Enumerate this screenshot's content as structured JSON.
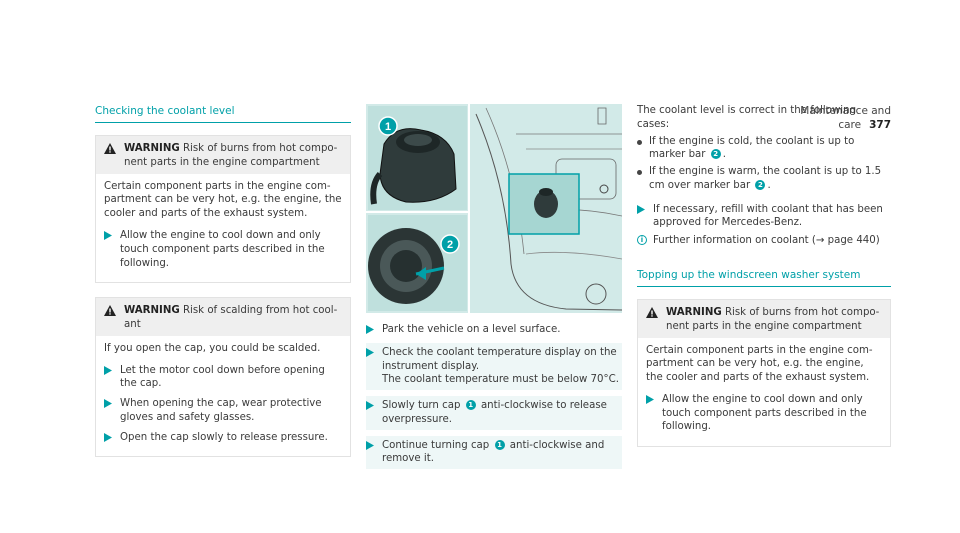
{
  "header": {
    "section": "Maintenance and care",
    "page_number": "377"
  },
  "colors": {
    "accent": "#00a0a8",
    "warning_bg": "#efefef",
    "figure_bg": "#c9e6e4"
  },
  "col1": {
    "title": "Checking the coolant level",
    "warning1": {
      "label": "WARNING",
      "head": "Risk of burns from hot compo­nent parts in the engine compartment",
      "body": "Certain component parts in the engine com­partment can be very hot, e.g. the engine, the cooler and parts of the exhaust system.",
      "step": "Allow the engine to cool down and only touch component parts described in the following."
    },
    "warning2": {
      "label": "WARNING",
      "head": "Risk of scalding from hot cool­ant",
      "body": "If you open the cap, you could be scalded.",
      "steps": [
        "Let the motor cool down before opening the cap.",
        "When opening the cap, wear protective gloves and safety glasses.",
        "Open the cap slowly to release pressure."
      ]
    }
  },
  "col2": {
    "figure": {
      "callout1": "1",
      "callout2": "2"
    },
    "step1": "Park the vehicle on a level surface.",
    "step2": {
      "line1": "Check the coolant temperature display on the instrument display.",
      "line2": "The coolant temperature must be below 70°C."
    },
    "step3": {
      "pre": "Slowly turn cap",
      "marker": "1",
      "post": "anti-clockwise to release overpressure."
    },
    "step4": {
      "pre": "Continue turning cap",
      "marker": "1",
      "post": "anti-clockwise and remove it."
    }
  },
  "col3": {
    "intro": "The coolant level is correct in the following cases:",
    "bullets": [
      {
        "pre": "If the engine is cold, the coolant is up to marker bar",
        "marker": "2",
        "post": "."
      },
      {
        "pre": "If the engine is warm, the coolant is up to 1.5 cm over marker bar",
        "marker": "2",
        "post": "."
      }
    ],
    "step": "If necessary, refill with coolant that has been approved for Mercedes-Benz.",
    "info": {
      "icon": "i",
      "text": "Further information on coolant (→ page 440)"
    },
    "title": "Topping up the windscreen washer system",
    "warning": {
      "label": "WARNING",
      "head": "Risk of burns from hot compo­nent parts in the engine compartment",
      "body": "Certain component parts in the engine com­partment can be very hot, e.g. the engine, the cooler and parts of the exhaust system.",
      "step": "Allow the engine to cool down and only touch component parts described in the following."
    }
  }
}
